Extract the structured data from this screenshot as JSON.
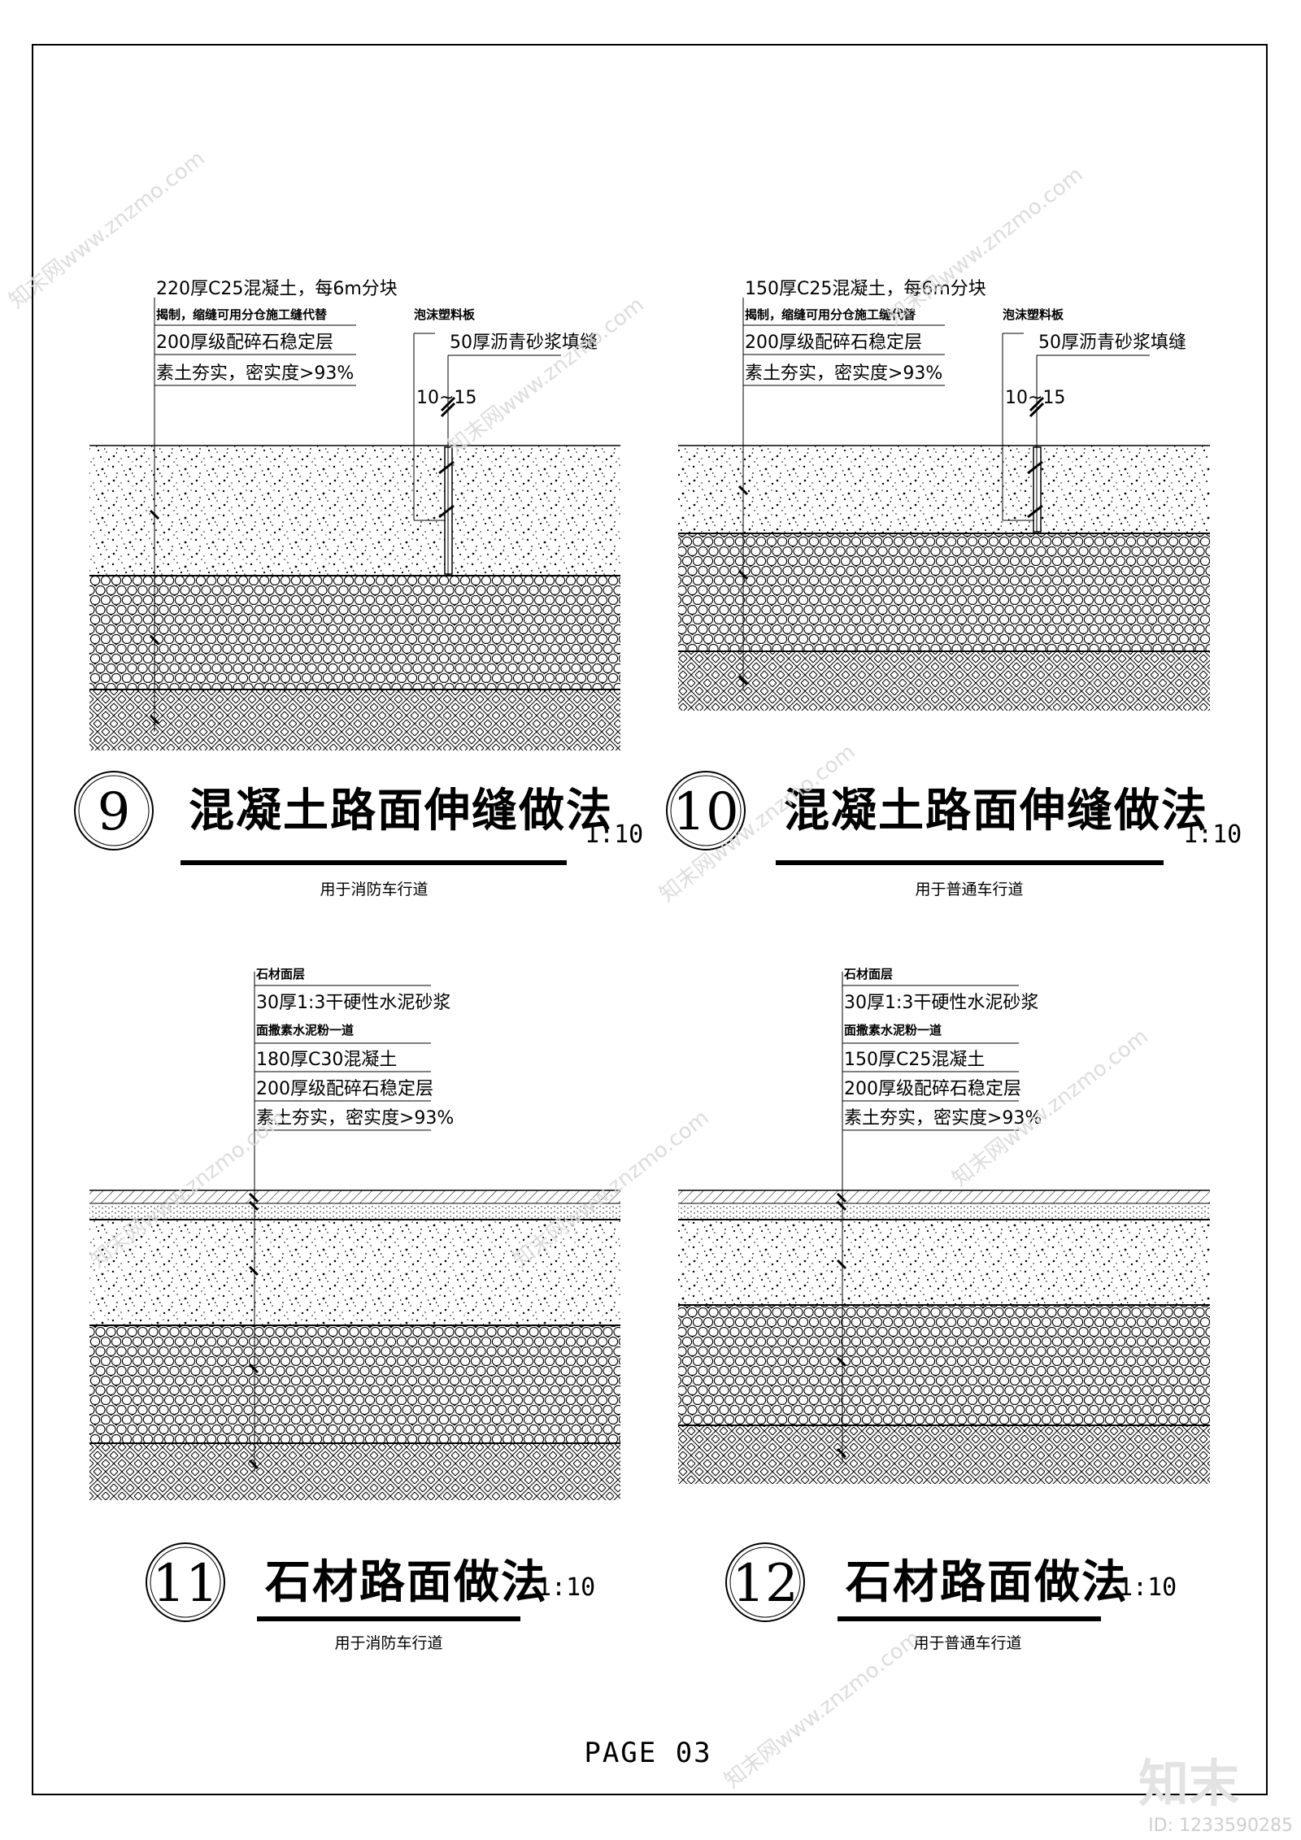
{
  "page": {
    "label": "PAGE 03",
    "watermark": "知末网www.znzmo.com",
    "brand": "知末",
    "id_label": "ID: 1233590285"
  },
  "details": [
    {
      "number": "9",
      "title": "混凝土路面伸缝做法",
      "scale": "1:10",
      "subtitle": "用于消防车行道",
      "layer_notes": [
        "220厚C25混凝土，每6m分块",
        "揭制，缩缝可用分仓施工缝代替",
        "200厚级配碎石稳定层",
        "素土夯实，密实度>93%"
      ],
      "joint_notes": [
        "泡沫塑料板",
        "50厚沥青砂浆填缝",
        "10~15"
      ]
    },
    {
      "number": "10",
      "title": "混凝土路面伸缝做法",
      "scale": "1:10",
      "subtitle": "用于普通车行道",
      "layer_notes": [
        "150厚C25混凝土，每6m分块",
        "揭制，缩缝可用分仓施工缝代替",
        "200厚级配碎石稳定层",
        "素土夯实，密实度>93%"
      ],
      "joint_notes": [
        "泡沫塑料板",
        "50厚沥青砂浆填缝",
        "10~15"
      ]
    },
    {
      "number": "11",
      "title": "石材路面做法",
      "scale": "1:10",
      "subtitle": "用于消防车行道",
      "layer_notes": [
        "石材面层",
        "30厚1:3干硬性水泥砂浆",
        "面撒素水泥粉一道",
        "180厚C30混凝土",
        "200厚级配碎石稳定层",
        "素土夯实，密实度>93%"
      ]
    },
    {
      "number": "12",
      "title": "石材路面做法",
      "scale": "1:10",
      "subtitle": "用于普通车行道",
      "layer_notes": [
        "石材面层",
        "30厚1:3干硬性水泥砂浆",
        "面撒素水泥粉一道",
        "150厚C25混凝土",
        "200厚级配碎石稳定层",
        "素土夯实，密实度>93%"
      ]
    }
  ]
}
